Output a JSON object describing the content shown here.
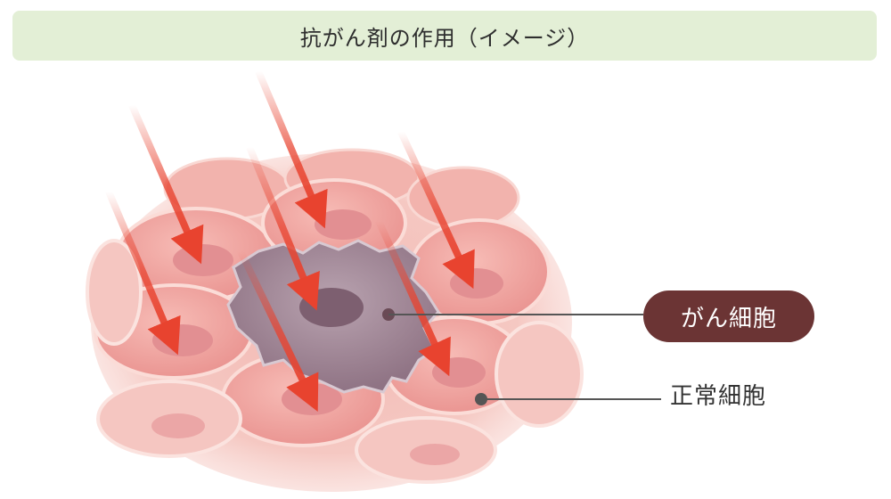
{
  "header": {
    "title": "抗がん剤の作用（イメージ）"
  },
  "labels": {
    "cancer_cell": "がん細胞",
    "normal_cell": "正常細胞"
  },
  "colors": {
    "title_bg": "#e3efd6",
    "cell": "#f0a8a8",
    "nucleus": "#e28f92",
    "cancer_cell": "#9c8293",
    "cancer_nucleus": "#7d5f70",
    "arrow": "#e8432f",
    "cancer_label_bg": "#6b3434",
    "pointer": "#555555"
  }
}
